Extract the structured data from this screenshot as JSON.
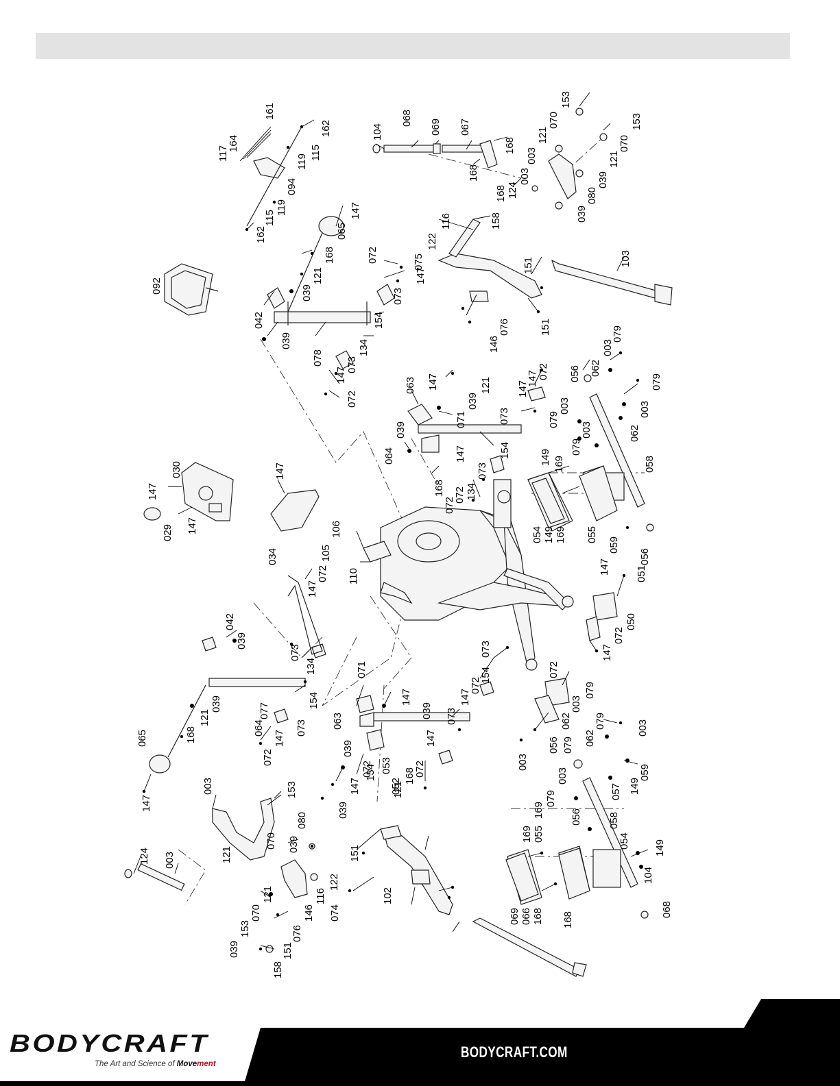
{
  "header": {
    "band_color": "#e3e3e3"
  },
  "footer": {
    "brand": "BODYCRAFT",
    "tagline_prefix": "The Art and Science of ",
    "tagline_move": "Move",
    "tagline_ment": "ment",
    "website": "BODYCRAFT.COM",
    "accent_color": "#c0121b"
  },
  "labels": [
    "161",
    "164",
    "117",
    "162",
    "115",
    "119",
    "094",
    "119",
    "115",
    "162",
    "104",
    "068",
    "069",
    "067",
    "168",
    "168",
    "168",
    "124",
    "003",
    "153",
    "070",
    "121",
    "003",
    "153",
    "070",
    "121",
    "039",
    "080",
    "039",
    "092",
    "065",
    "147",
    "168",
    "121",
    "039",
    "042",
    "039",
    "078",
    "072",
    "073",
    "147",
    "154",
    "134",
    "073",
    "147",
    "072",
    "116",
    "122",
    "075",
    "158",
    "151",
    "151",
    "146",
    "076",
    "103",
    "030",
    "147",
    "147",
    "029",
    "034",
    "147",
    "063",
    "147",
    "168",
    "121",
    "039",
    "071",
    "039",
    "064",
    "147",
    "073",
    "134",
    "154",
    "073",
    "147",
    "072",
    "072",
    "147",
    "072",
    "056",
    "062",
    "003",
    "079",
    "079",
    "003",
    "062",
    "079",
    "003",
    "079",
    "003",
    "149",
    "169",
    "058",
    "054",
    "149",
    "169",
    "055",
    "059",
    "056",
    "106",
    "105",
    "110",
    "072",
    "147",
    "042",
    "039",
    "073",
    "134",
    "154",
    "077",
    "039",
    "121",
    "168",
    "065",
    "147",
    "073",
    "147",
    "072",
    "064",
    "063",
    "039",
    "147",
    "071",
    "039",
    "134",
    "073",
    "147",
    "072",
    "154",
    "073",
    "147",
    "072",
    "168",
    "121",
    "039",
    "147",
    "072",
    "053",
    "052",
    "147",
    "051",
    "050",
    "072",
    "147",
    "072",
    "003",
    "062",
    "079",
    "056",
    "003",
    "079",
    "062",
    "003",
    "079",
    "003",
    "079",
    "057",
    "059",
    "149",
    "169",
    "058",
    "056",
    "054",
    "149",
    "169",
    "055",
    "104",
    "068",
    "069",
    "066",
    "168",
    "168",
    "124",
    "003",
    "003",
    "121",
    "070",
    "153",
    "080",
    "039",
    "121",
    "070",
    "153",
    "039",
    "116",
    "122",
    "146",
    "076",
    "151",
    "158",
    "074",
    "151",
    "102"
  ]
}
